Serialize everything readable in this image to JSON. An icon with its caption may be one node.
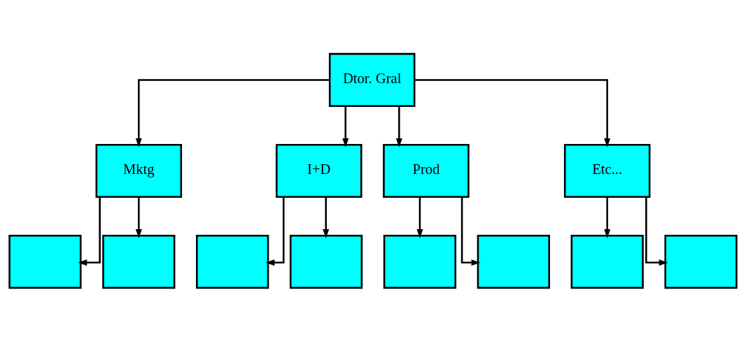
{
  "diagram": {
    "nodes": [
      {
        "text": [
          "Dtor. Gral"
        ]
      },
      {
        "text": [
          "Mktg"
        ]
      },
      {
        "text": [
          "I+D"
        ]
      },
      {
        "text": [
          "Prod"
        ]
      },
      {
        "text": [
          "Etc..."
        ]
      },
      {
        "text": [],
        "shape": "box"
      },
      {
        "text": [],
        "shape": "box"
      },
      {
        "text": [],
        "shape": "box"
      },
      {
        "text": [],
        "shape": "box"
      },
      {
        "text": [],
        "shape": "box"
      },
      {
        "text": [],
        "shape": "box"
      },
      {
        "text": [],
        "shape": "box"
      },
      {
        "text": [],
        "shape": "box"
      }
    ],
    "edges": [
      {
        "from": 0,
        "to": 1,
        "arrow": "to"
      },
      {
        "from": 0,
        "to": 2,
        "arrow": "to"
      },
      {
        "from": 0,
        "to": 3,
        "arrow": "to"
      },
      {
        "from": 0,
        "to": 4,
        "arrow": "to"
      },
      {
        "from": 1,
        "to": 5,
        "arrow": "to"
      },
      {
        "from": 1,
        "to": 6,
        "arrow": "to"
      },
      {
        "from": 2,
        "to": 7,
        "arrow": "to"
      },
      {
        "from": 2,
        "to": 8,
        "arrow": "to"
      },
      {
        "from": 3,
        "to": 9,
        "arrow": "to"
      },
      {
        "from": 3,
        "to": 10,
        "arrow": "to"
      },
      {
        "from": 4,
        "to": 11,
        "arrow": "to"
      },
      {
        "from": 4,
        "to": 12,
        "arrow": "to"
      }
    ]
  }
}
